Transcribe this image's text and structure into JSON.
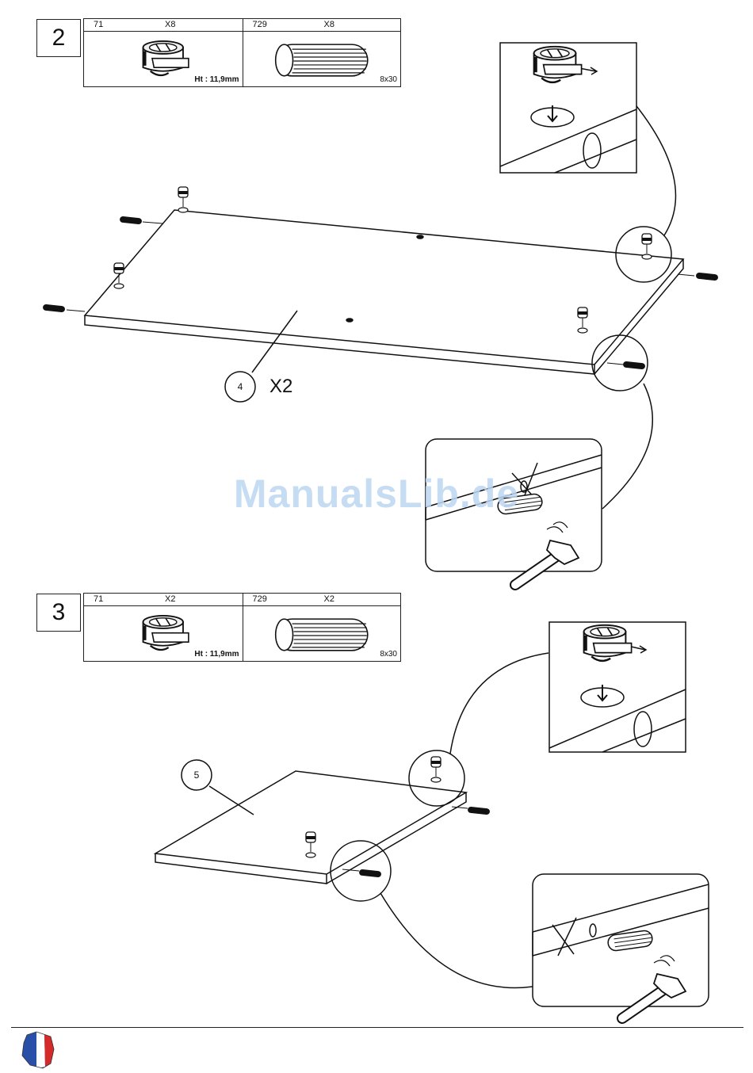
{
  "steps": [
    {
      "number": "2",
      "parts": [
        {
          "code": "71",
          "qty": "X8",
          "note": "Ht : 11,9mm",
          "icon": "cam-lock-icon"
        },
        {
          "code": "729",
          "qty": "X8",
          "note": "8x30",
          "icon": "wood-dowel-icon"
        }
      ],
      "panel_callout": "4",
      "panel_qty": "X2"
    },
    {
      "number": "3",
      "parts": [
        {
          "code": "71",
          "qty": "X2",
          "note": "Ht : 11,9mm",
          "icon": "cam-lock-icon"
        },
        {
          "code": "729",
          "qty": "X2",
          "note": "8x30",
          "icon": "wood-dowel-icon"
        }
      ],
      "panel_callout": "5"
    }
  ],
  "watermark": "ManualsLib.de",
  "footer": {
    "flag_icon": "france-map-flag-icon",
    "flag_colors": [
      "#2a4fa8",
      "#ffffff",
      "#d42a2a"
    ]
  }
}
